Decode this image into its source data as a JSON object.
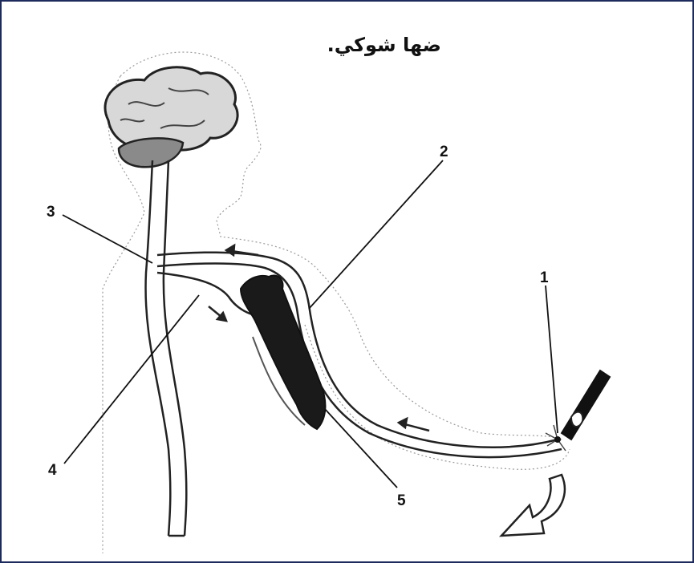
{
  "caption": "ضها شوكي.",
  "labels": {
    "l1": "1",
    "l2": "2",
    "l3": "3",
    "l4": "4",
    "l5": "5"
  },
  "colors": {
    "frame": "#1d2a5c",
    "brain": "#d8d8d8",
    "cerebellum": "#8a8a8a",
    "muscle": "#1a1a1a",
    "line": "#222222"
  }
}
